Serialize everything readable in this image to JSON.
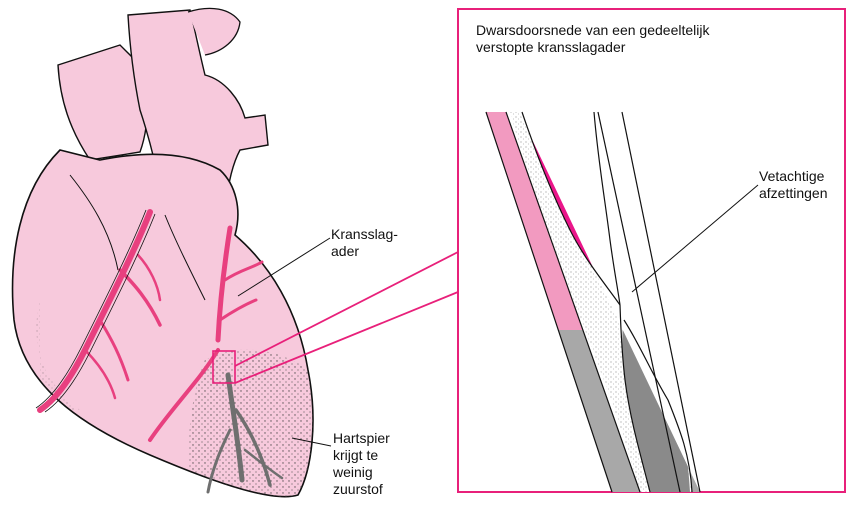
{
  "inset": {
    "title": "Dwarsdoorsnede van een gedeeltelijk\nverstopte kransslagader"
  },
  "labels": {
    "coronary_artery": "Kransslag-\nader",
    "fatty_deposits": "Vetachtige\nafzettingen",
    "heart_muscle": "Hartspier\nkrijgt te\nweinig\nzuurstof"
  },
  "colors": {
    "heart_fill": "#f7c9dc",
    "artery": "#e8407f",
    "blocked_artery": "#777777",
    "inset_frame": "#e8207a",
    "blood_pink": "#ea168a",
    "blood_gray": "#8a8a8a",
    "wall_pink": "#f29ac0",
    "wall_gray": "#a8a8a8",
    "outline": "#111111"
  }
}
